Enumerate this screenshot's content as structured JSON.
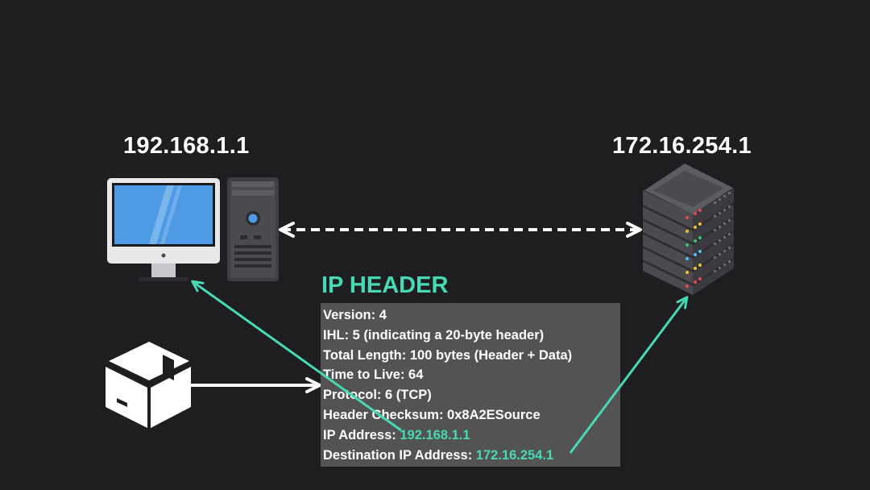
{
  "client": {
    "ip": "192.168.1.1",
    "icon": "desktop-computer-icon"
  },
  "server": {
    "ip": "172.16.254.1",
    "icon": "server-rack-icon"
  },
  "packet": {
    "icon": "package-box-icon"
  },
  "ip_header": {
    "title": "IP HEADER",
    "fields": {
      "version": "Version: 4",
      "ihl": "IHL: 5 (indicating a 20-byte header)",
      "total_length": "Total Length: 100 bytes (Header + Data)",
      "ttl": "Time to Live: 64",
      "protocol": "Protocol: 6 (TCP)",
      "checksum": "Header Checksum: 0x8A2ESource",
      "source_label": "IP Address: ",
      "source_value": "192.168.1.1",
      "dest_label": "Destination IP Address: ",
      "dest_value": "172.16.254.1"
    }
  },
  "colors": {
    "background": "#1e1e21",
    "accent": "#47d8b4",
    "box": "#535353",
    "text": "#ffffff"
  }
}
